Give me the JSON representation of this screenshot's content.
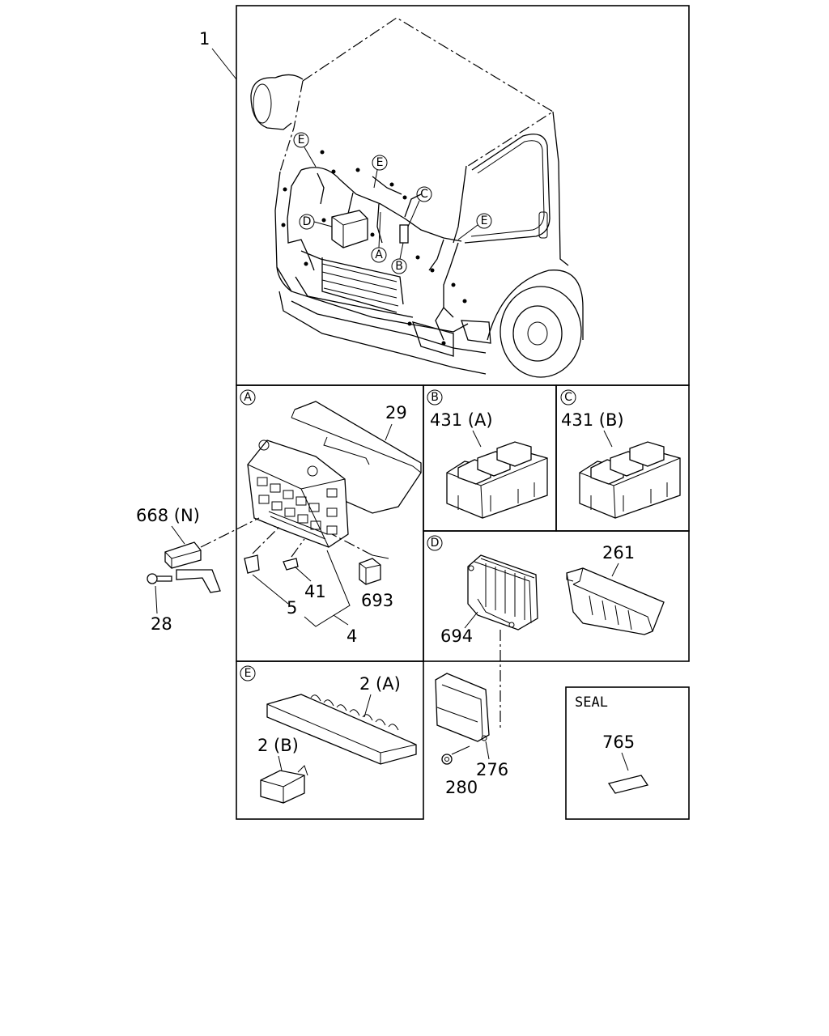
{
  "diagram": {
    "callouts": {
      "main_assembly": "1",
      "cover": "29",
      "connector_668": "668 (N)",
      "bolt": "28",
      "fuse_a": "5",
      "fuse_b": "41",
      "fuse_group": "4",
      "relay_693": "693",
      "relay_431a": "431 (A)",
      "relay_431b": "431 (B)",
      "module_694": "694",
      "bracket_261": "261",
      "fuse_2a": "2 (A)",
      "fuse_2b": "2 (B)",
      "ecu_276": "276",
      "nut_280": "280",
      "seal_765": "765"
    },
    "sections": {
      "a": "A",
      "b": "B",
      "c": "C",
      "d": "D",
      "e": "E"
    },
    "overview_markers": [
      "E",
      "E",
      "C",
      "E",
      "D",
      "A",
      "B"
    ],
    "seal_title": "SEAL"
  }
}
